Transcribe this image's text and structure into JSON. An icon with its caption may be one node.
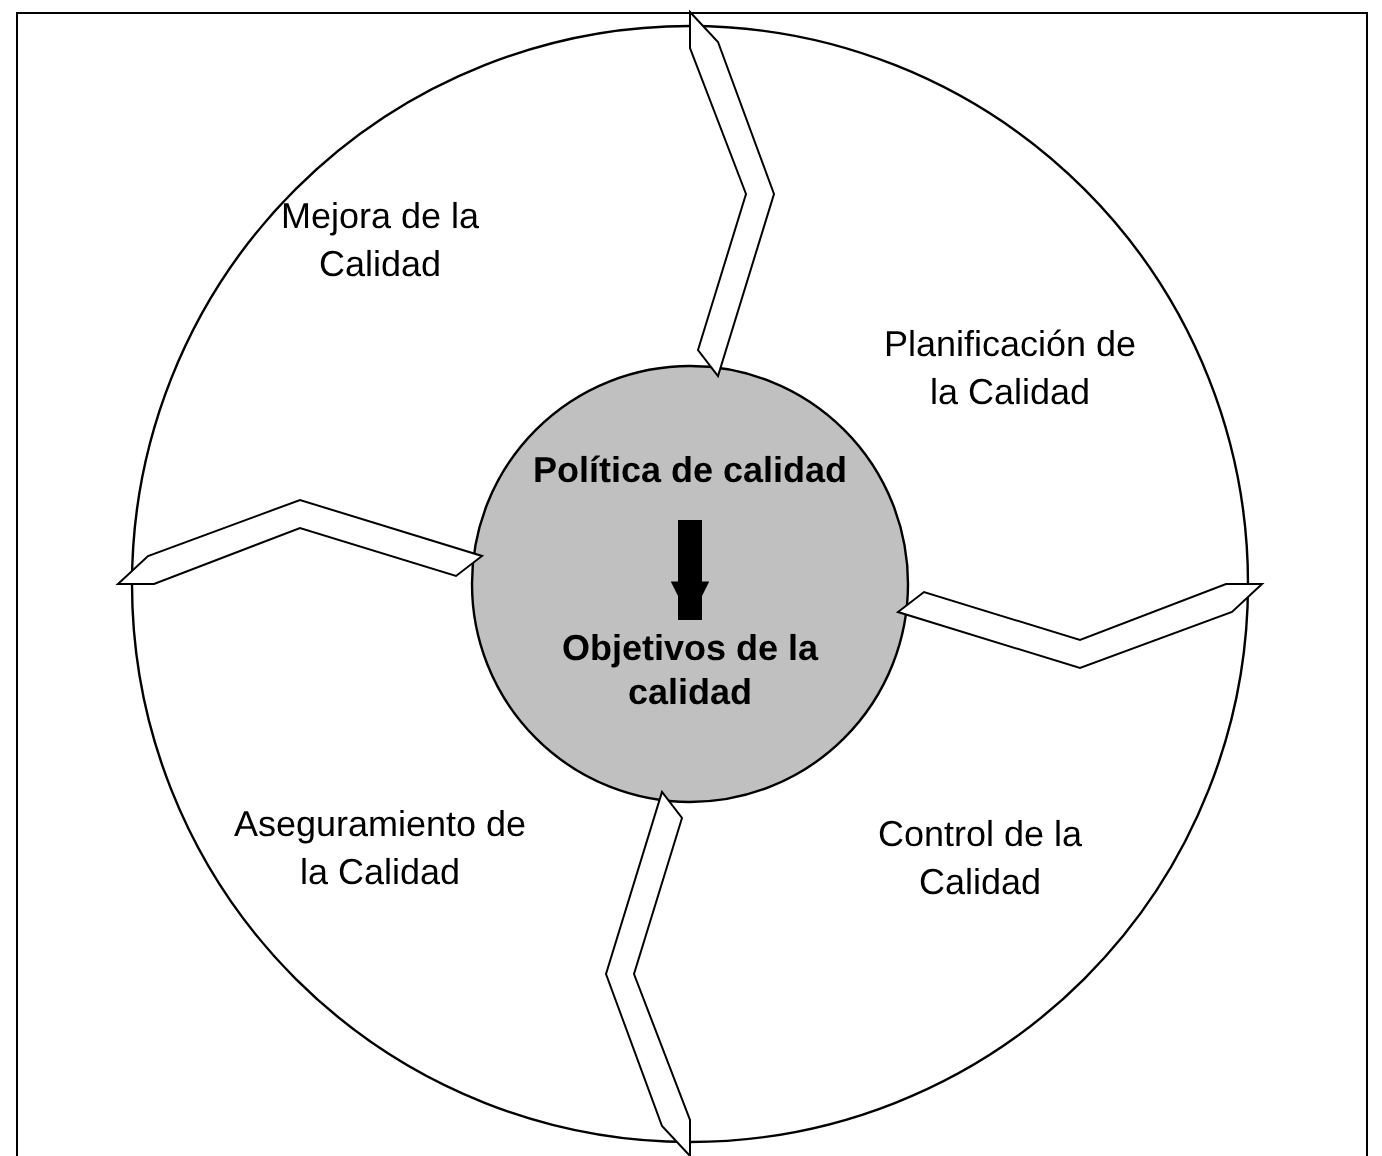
{
  "diagram": {
    "nodes": [
      {
        "text": [],
        "shape": "circle"
      },
      {
        "text": [],
        "shape": "circle",
        "in": 0
      },
      {
        "text": [
          "Política de calidad"
        ],
        "in": 1
      },
      {
        "text": [
          "Objetivos de la calidad"
        ],
        "in": 1
      }
    ],
    "edges": [
      {
        "from": 2,
        "to": 3,
        "arrow": "to"
      }
    ],
    "labels": [
      "Mejora de la Calidad",
      "Planificación de la Calidad",
      "Aseguramiento de la Calidad",
      "Control de la Calidad"
    ]
  }
}
